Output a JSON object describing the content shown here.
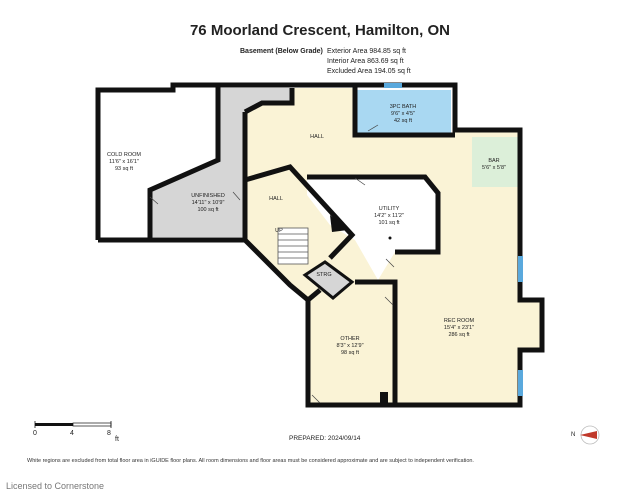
{
  "title": "76 Moorland Crescent, Hamilton, ON",
  "level_name": "Basement (Below Grade)",
  "areas": {
    "exterior": "Exterior Area 984.85 sq ft",
    "interior": "Interior Area 863.69 sq ft",
    "excluded": "Excluded Area 194.05 sq ft"
  },
  "rooms": {
    "cold_room": {
      "name": "COLD ROOM",
      "dims": "11'6\" x 16'1\"",
      "area": "93 sq ft"
    },
    "unfinished": {
      "name": "UNFINISHED",
      "dims": "14'11\" x 10'9\"",
      "area": "100 sq ft"
    },
    "hall_top": {
      "name": "HALL"
    },
    "hall_left": {
      "name": "HALL"
    },
    "up": {
      "name": "UP"
    },
    "bath": {
      "name": "3PC BATH",
      "dims": "9'6\" x 4'5\"",
      "area": "42 sq ft"
    },
    "bar": {
      "name": "BAR",
      "dims": "5'6\" x 5'8\""
    },
    "utility": {
      "name": "UTILITY",
      "dims": "14'2\" x 11'2\"",
      "area": "101 sq ft"
    },
    "strg": {
      "name": "STRG"
    },
    "other": {
      "name": "OTHER",
      "dims": "8'3\" x 12'9\"",
      "area": "98 sq ft"
    },
    "rec_room": {
      "name": "REC ROOM",
      "dims": "15'4\" x 23'1\"",
      "area": "286 sq ft"
    }
  },
  "scale": {
    "zero": "0",
    "four": "4",
    "eight": "8",
    "unit": "ft"
  },
  "prepared": "PREPARED: 2024/09/14",
  "disclaimer": "White regions are excluded from total floor area in iGUIDE floor plans. All room dimensions and floor areas must be considered approximate and are subject to independent verification.",
  "footer": "Licensed to Cornerstone",
  "north_label": "N",
  "colors": {
    "walls": "#111111",
    "floor": "#faf3d6",
    "unfinished": "#d6d6d6",
    "bath": "#a9d8f2",
    "bar": "#dcefd9",
    "window": "#5aa9dd"
  }
}
